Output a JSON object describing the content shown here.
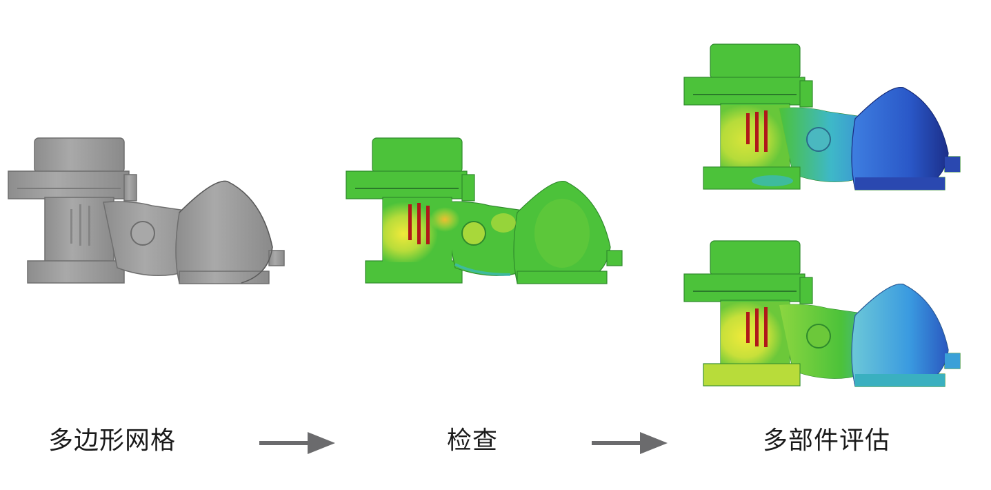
{
  "diagram": {
    "type": "process-flow",
    "steps": [
      {
        "label": "多边形网格",
        "image": "grey-valve-body-mesh"
      },
      {
        "label": "检查",
        "image": "valve-body-deviation-colormap"
      },
      {
        "label": "多部件评估",
        "image": "two-valve-body-deviation-colormaps"
      }
    ],
    "arrows": [
      {
        "from": "多边形网格",
        "to": "检查",
        "icon": "arrow-right-icon"
      },
      {
        "from": "检查",
        "to": "多部件评估",
        "icon": "arrow-right-icon"
      }
    ],
    "colors": {
      "mesh_grey": "#9a9a9a",
      "arrow_grey": "#6b6b6d",
      "map_green": "#4cc23a",
      "map_yellow": "#e6e83a",
      "map_cyan": "#39b8c8",
      "map_blue": "#2850c0",
      "text_red": "#b0181a"
    }
  }
}
